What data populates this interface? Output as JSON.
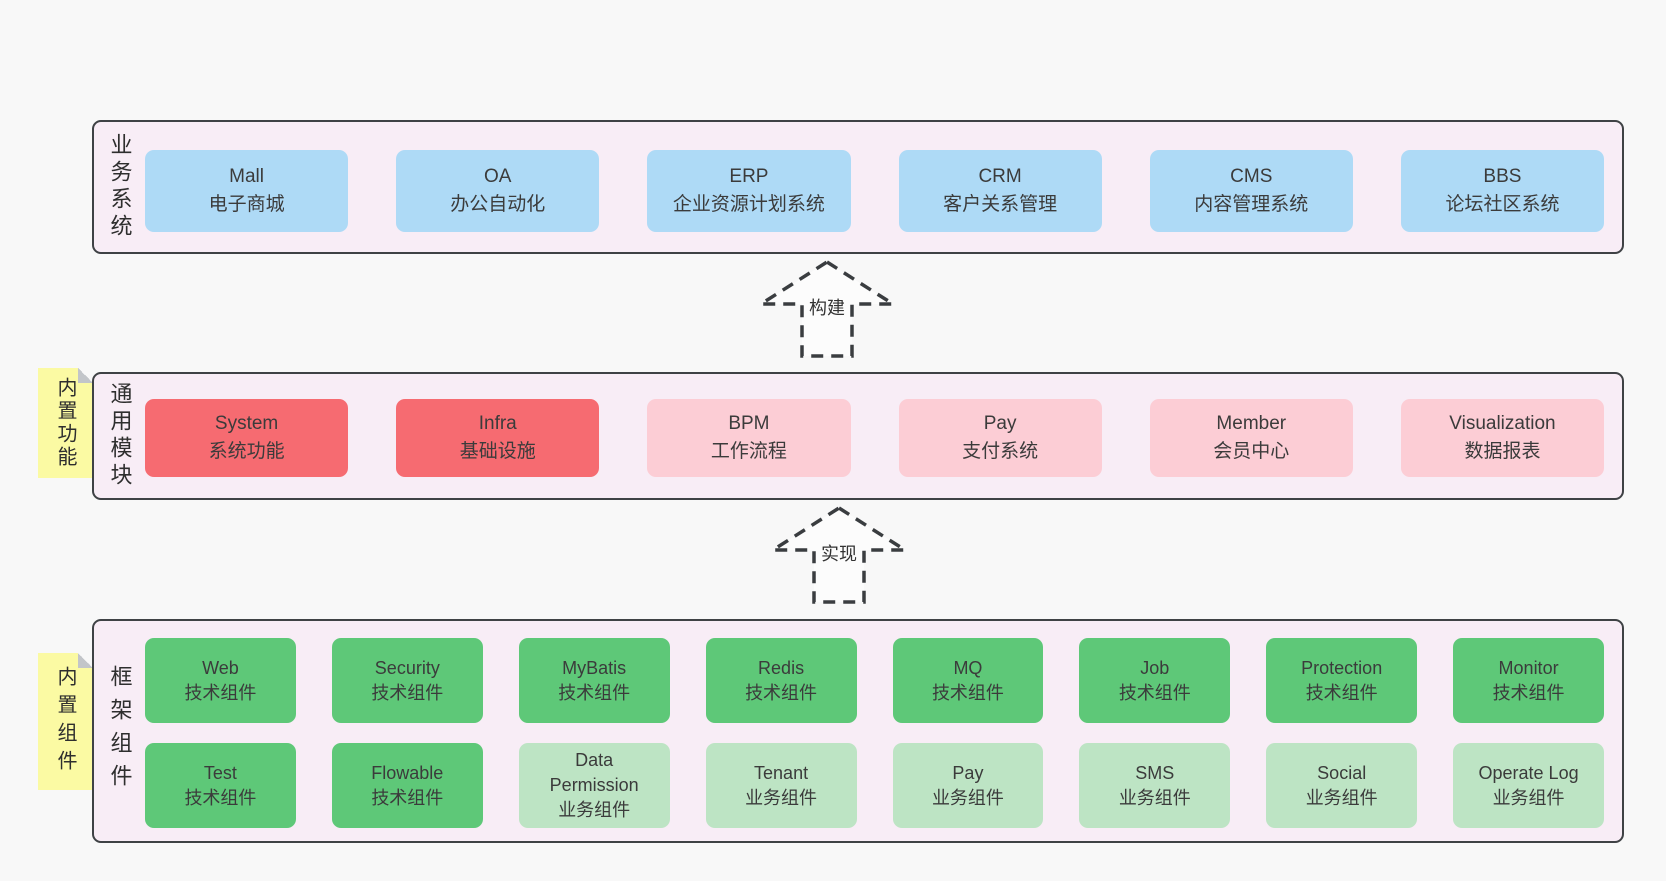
{
  "colors": {
    "page-bg": "#f8f8f8",
    "band-bg": "#f8edf6",
    "line": "#3f4245",
    "blue": "#aedaf6",
    "red": "#f66b71",
    "pink": "#fccdd5",
    "green": "#5ec878",
    "lightgreen": "#bde4c4",
    "note-bg": "#fbfaa3",
    "note-fold": "#c2c5c9",
    "text": "#3b3b3b"
  },
  "arrows": [
    {
      "label": "构建"
    },
    {
      "label": "实现"
    }
  ],
  "bands": [
    {
      "label": "业务系统",
      "boxes": [
        {
          "name": "Mall",
          "sub": "电子商城",
          "type": "blue"
        },
        {
          "name": "OA",
          "sub": "办公自动化",
          "type": "blue"
        },
        {
          "name": "ERP",
          "sub": "企业资源计划系统",
          "type": "blue"
        },
        {
          "name": "CRM",
          "sub": "客户关系管理",
          "type": "blue"
        },
        {
          "name": "CMS",
          "sub": "内容管理系统",
          "type": "blue"
        },
        {
          "name": "BBS",
          "sub": "论坛社区系统",
          "type": "blue"
        }
      ]
    },
    {
      "label": "通用模块",
      "note": "内置功能",
      "boxes": [
        {
          "name": "System",
          "sub": "系统功能",
          "type": "red"
        },
        {
          "name": "Infra",
          "sub": "基础设施",
          "type": "red"
        },
        {
          "name": "BPM",
          "sub": "工作流程",
          "type": "pink"
        },
        {
          "name": "Pay",
          "sub": "支付系统",
          "type": "pink"
        },
        {
          "name": "Member",
          "sub": "会员中心",
          "type": "pink"
        },
        {
          "name": "Visualization",
          "sub": "数据报表",
          "type": "pink"
        }
      ]
    },
    {
      "label": "框架组件",
      "note": "内置组件",
      "rows": [
        [
          {
            "name": "Web",
            "sub": "技术组件",
            "type": "green"
          },
          {
            "name": "Security",
            "sub": "技术组件",
            "type": "green"
          },
          {
            "name": "MyBatis",
            "sub": "技术组件",
            "type": "green"
          },
          {
            "name": "Redis",
            "sub": "技术组件",
            "type": "green"
          },
          {
            "name": "MQ",
            "sub": "技术组件",
            "type": "green"
          },
          {
            "name": "Job",
            "sub": "技术组件",
            "type": "green"
          },
          {
            "name": "Protection",
            "sub": "技术组件",
            "type": "green"
          },
          {
            "name": "Monitor",
            "sub": "技术组件",
            "type": "green"
          }
        ],
        [
          {
            "name": "Test",
            "sub": "技术组件",
            "type": "green"
          },
          {
            "name": "Flowable",
            "sub": "技术组件",
            "type": "green"
          },
          {
            "name": "Data Permission",
            "sub": "业务组件",
            "type": "lightgreen"
          },
          {
            "name": "Tenant",
            "sub": "业务组件",
            "type": "lightgreen"
          },
          {
            "name": "Pay",
            "sub": "业务组件",
            "type": "lightgreen"
          },
          {
            "name": "SMS",
            "sub": "业务组件",
            "type": "lightgreen"
          },
          {
            "name": "Social",
            "sub": "业务组件",
            "type": "lightgreen"
          },
          {
            "name": "Operate Log",
            "sub": "业务组件",
            "type": "lightgreen"
          }
        ]
      ]
    }
  ]
}
